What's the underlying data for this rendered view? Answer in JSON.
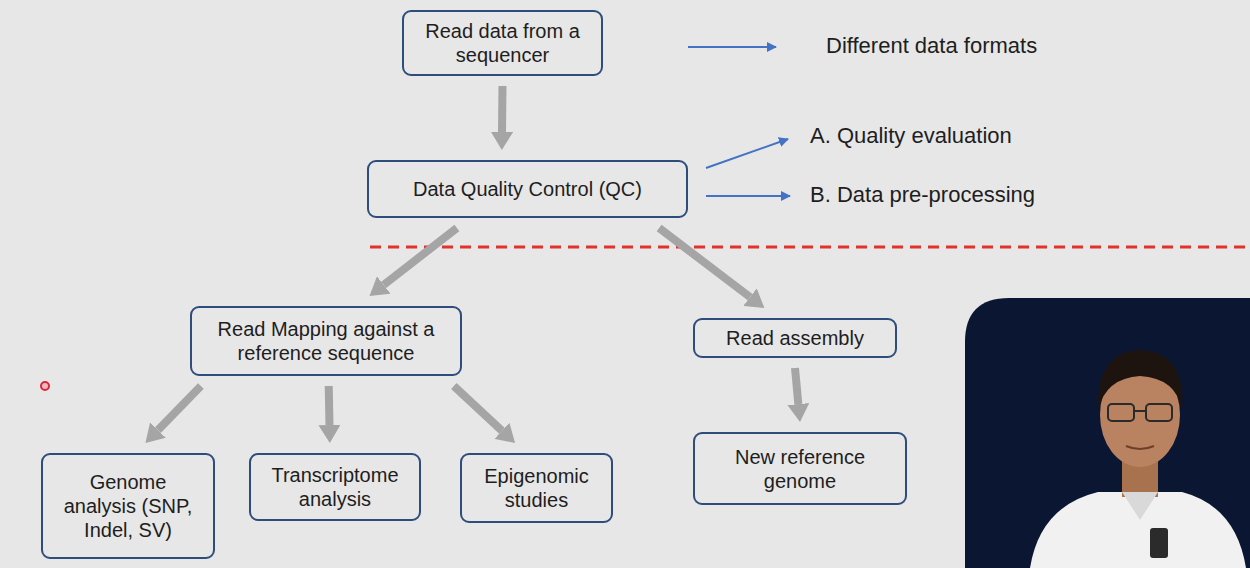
{
  "diagram": {
    "nodes": [
      {
        "text": [
          "Read data from a sequencer"
        ]
      },
      {
        "text": [
          "Data Quality Control (QC)"
        ]
      },
      {
        "text": [
          "Read Mapping against a reference sequence"
        ]
      },
      {
        "text": [
          "Read assembly"
        ]
      },
      {
        "text": [
          "Genome analysis (SNP, Indel, SV)"
        ]
      },
      {
        "text": [
          "Transcriptome analysis"
        ]
      },
      {
        "text": [
          "Epigenomic studies"
        ]
      },
      {
        "text": [
          "New reference genome"
        ]
      }
    ],
    "edges": [
      {
        "from": 0,
        "to": 1,
        "arrow": "to"
      },
      {
        "from": 1,
        "to": 2,
        "arrow": "to"
      },
      {
        "from": 1,
        "to": 3,
        "arrow": "to"
      },
      {
        "from": 2,
        "to": 4,
        "arrow": "to"
      },
      {
        "from": 2,
        "to": 5,
        "arrow": "to"
      },
      {
        "from": 2,
        "to": 6,
        "arrow": "to"
      },
      {
        "from": 3,
        "to": 7,
        "arrow": "to"
      }
    ],
    "labels": [
      "Different data formats",
      "A. Quality evaluation",
      "B. Data pre-processing"
    ]
  }
}
